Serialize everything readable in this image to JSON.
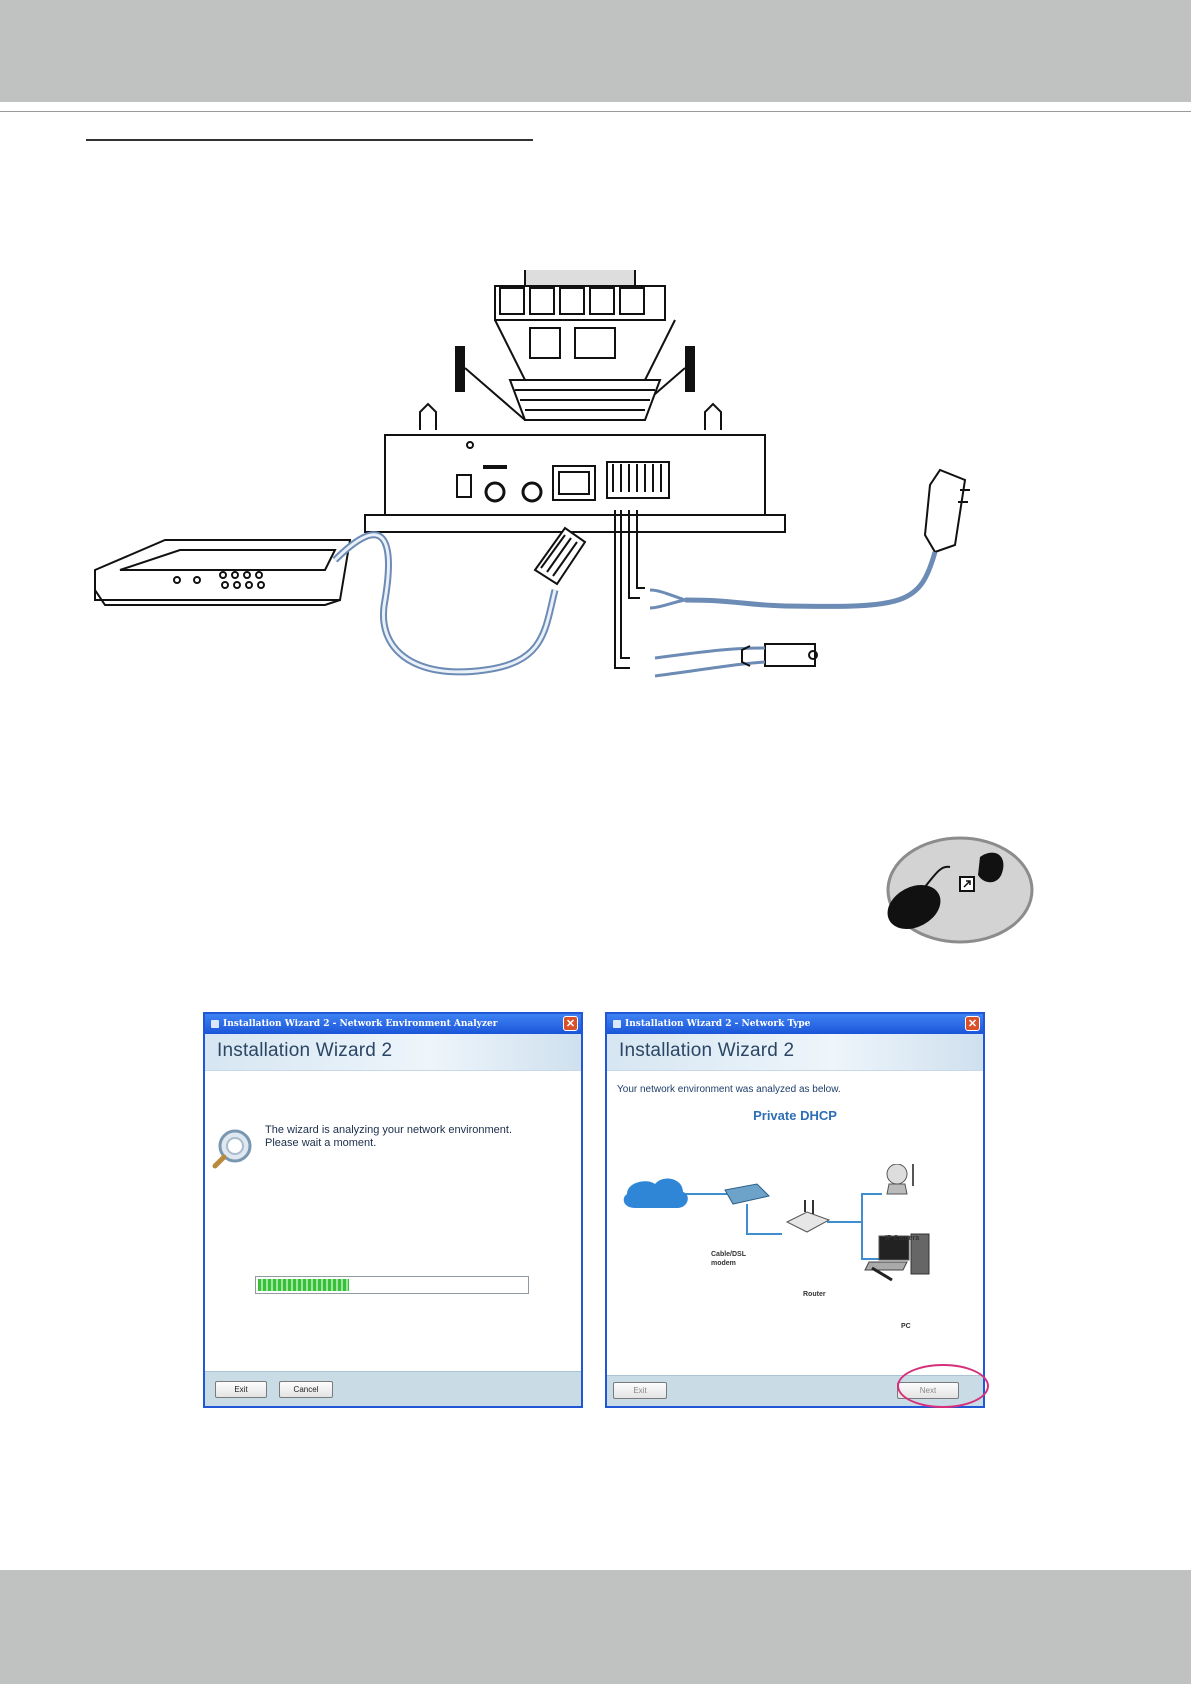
{
  "page": {
    "colors": {
      "band": "#c0c1c1",
      "rule": "#333333",
      "highlight": "#d6307b"
    }
  },
  "wizard_left": {
    "title": "Installation Wizard 2 - Network Environment Analyzer",
    "heading": "Installation Wizard 2",
    "message_line1": "The wizard is analyzing your network environment.",
    "message_line2": "Please wait a moment.",
    "progress": 0.34,
    "buttons": {
      "exit": "Exit",
      "cancel": "Cancel"
    }
  },
  "wizard_right": {
    "title": "Installation Wizard 2 - Network Type",
    "heading": "Installation Wizard 2",
    "message": "Your network environment was analyzed as below.",
    "network_type": "Private DHCP",
    "diagram": {
      "internet": "Internet",
      "modem_line1": "Cable/DSL",
      "modem_line2": "modem",
      "router": "Router",
      "camera": "IP Camera",
      "pc": "PC"
    },
    "buttons": {
      "exit": "Exit",
      "next": "Next"
    }
  }
}
